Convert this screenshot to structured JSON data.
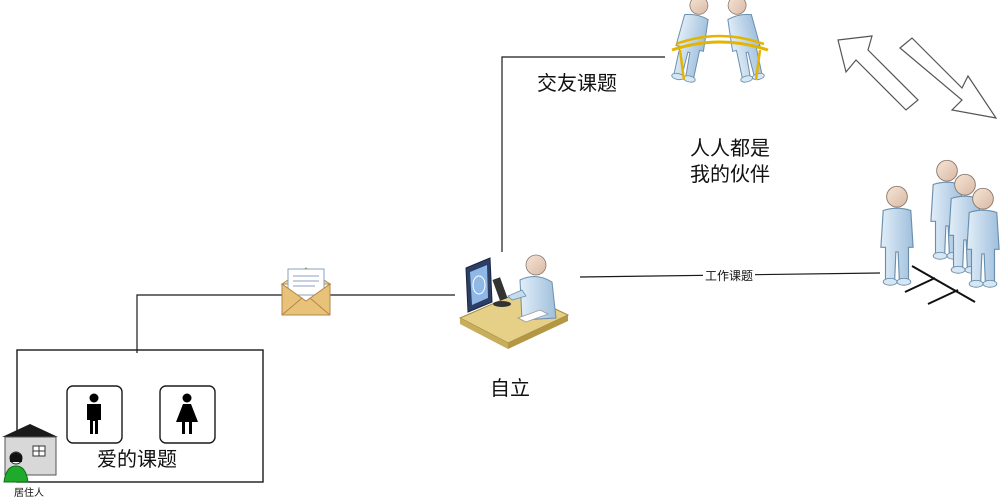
{
  "labels": {
    "social": "交友课题",
    "partners_line1": "人人都是",
    "partners_line2": "我的伙伴",
    "work": "工作课题",
    "independence": "自立",
    "love": "爱的课题",
    "resident": "居住人"
  },
  "icons": {
    "tug_of_war": "tug-of-war-icon",
    "group_people": "people-group-icon",
    "scientist": "scientist-at-microscope-icon",
    "envelope": "open-envelope-icon",
    "male": "male-person-icon",
    "female": "female-person-icon",
    "house": "house-with-person-icon",
    "arrows": "bidirectional-arrows-icon"
  },
  "colors": {
    "line": "#1a1a1a",
    "person_fill": "#c4dcee",
    "person_stroke": "#6a8fae",
    "rope": "#e3b400",
    "envelope": "#e9c27a",
    "desk": "#e6cf86",
    "resident_green": "#1faa2b"
  }
}
